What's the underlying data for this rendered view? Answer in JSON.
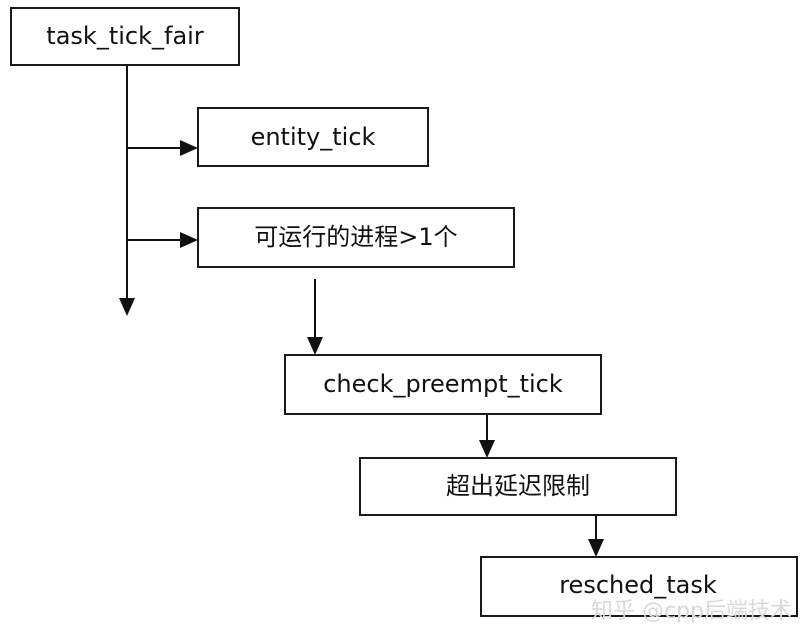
{
  "nodes": {
    "task_tick_fair": "task_tick_fair",
    "entity_tick": "entity_tick",
    "runnable_gt_one": "可运行的进程>1个",
    "check_preempt_tick": "check_preempt_tick",
    "exceed_latency_limit": "超出延迟限制",
    "resched_task": "resched_task"
  },
  "watermark": {
    "text": "知乎 @cpp后端技术"
  }
}
